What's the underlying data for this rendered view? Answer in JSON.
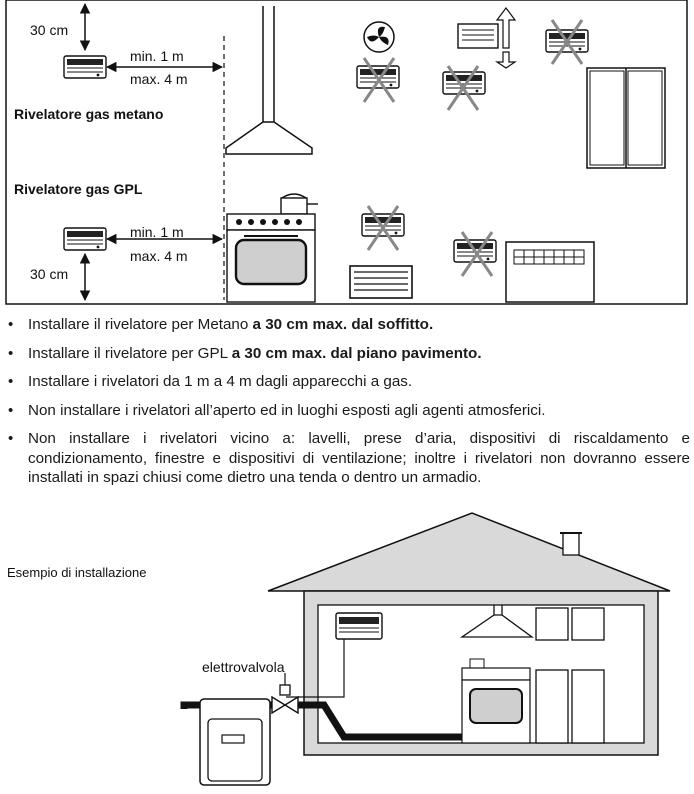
{
  "top_figure": {
    "dist_ceiling": "30 cm",
    "dist_floor": "30 cm",
    "metano_min": "min. 1 m",
    "metano_max": "max. 4 m",
    "gpl_min": "min. 1 m",
    "gpl_max": "max. 4 m",
    "label_metano": "Rivelatore gas metano",
    "label_gpl": "Rivelatore gas GPL"
  },
  "bullets": [
    {
      "text": "Installare il rivelatore per Metano ",
      "bold": "a 30 cm max. dal soffitto."
    },
    {
      "text": "Installare il rivelatore per GPL ",
      "bold": "a 30 cm max. dal piano pavimento."
    },
    {
      "text": "Installare i rivelatori da 1 m a 4 m dagli apparecchi a gas.",
      "bold": ""
    },
    {
      "text": "Non installare i rivelatori all’aperto ed in luoghi esposti agli agenti atmosferici.",
      "bold": ""
    },
    {
      "text": "Non installare i rivelatori vicino a: lavelli, prese d’aria, dispositivi di riscaldamento e condizionamento, finestre e dispositivi di ventilazione; inoltre i rivelatori non dovranno essere installati in spazi chiusi come dietro una tenda o dentro un armadio.",
      "bold": ""
    }
  ],
  "bottom_figure": {
    "caption": "Esempio di installazione",
    "valve_label": "elettrovalvola"
  },
  "colors": {
    "ink": "#1a1a1a",
    "panel": "#222222",
    "light_fill": "#d9d9d9"
  }
}
